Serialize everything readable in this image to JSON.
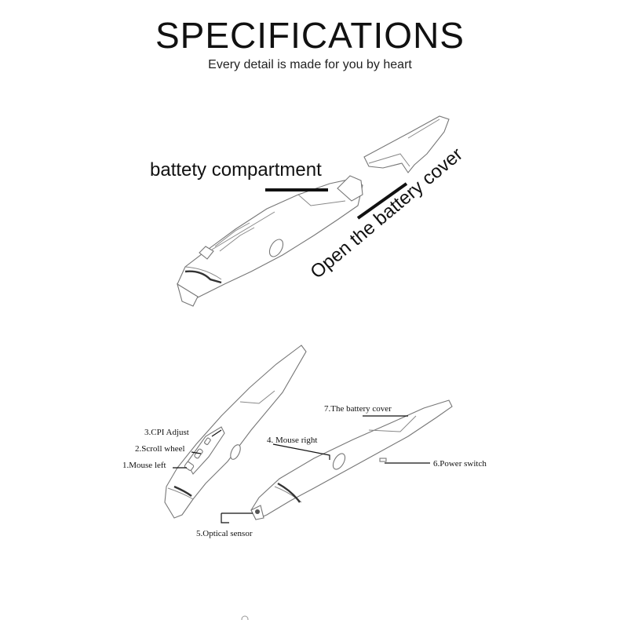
{
  "header": {
    "title": "SPECIFICATIONS",
    "subtitle": "Every detail is made for you by heart"
  },
  "top_figure": {
    "battery_label": "battety compartment",
    "cover_label": "Open the battery cover"
  },
  "bottom_figure": {
    "labels": {
      "cpi": "3.CPI Adjust",
      "scroll": "2.Scroll wheel",
      "left": "1.Mouse left",
      "right": "4. Mouse right",
      "sensor": "5.Optical sensor",
      "cover": "7.The battery cover",
      "power": "6.Power switch"
    }
  }
}
